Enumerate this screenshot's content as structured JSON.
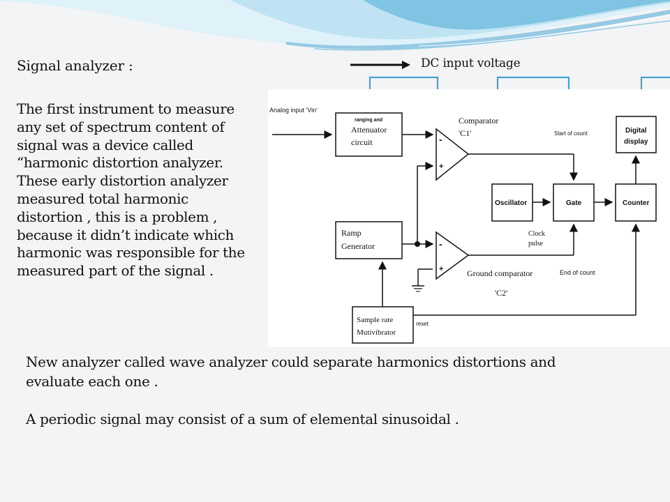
{
  "slide": {
    "heading": "Signal analyzer :",
    "paragraph_lines": [
      "The first instrument to measure",
      "any set of spectrum content of",
      "signal was a device called",
      "“harmonic distortion analyzer.",
      "These early distortion analyzer",
      "measured total harmonic",
      "distortion , this is a problem ,",
      "because it didn’t indicate which",
      "harmonic was responsible for the",
      "measured part of the signal ."
    ],
    "dc_input_label": "DC input voltage",
    "bottom_paragraph_1_lines": [
      "New analyzer called wave analyzer could separate harmonics distortions and",
      "evaluate each one ."
    ],
    "bottom_paragraph_2": "A periodic signal may consist of a sum of elemental sinusoidal  ."
  },
  "diagram": {
    "analog_input": "Analog input 'Vin'",
    "attenuator_top": "ranging and",
    "attenuator_line1": "Attenuator",
    "attenuator_line2": "circuit",
    "comparator_line1": "Comparator",
    "comparator_line2": "'C1'",
    "start_of_count": "Start of count",
    "digital_line1": "Digital",
    "digital_line2": "display",
    "oscillator": "Oscillator",
    "gate": "Gate",
    "counter": "Counter",
    "ramp_line1": "Ramp",
    "ramp_line2": "Generator",
    "clock_line1": "Clock",
    "clock_line2": "pulse",
    "ground_comparator": "Ground comparator",
    "end_of_count": "End of count",
    "c2": "'C2'",
    "sample_line1": "Sample rate",
    "sample_line2": "Mutivibrator",
    "reset": "reset",
    "minus": "-",
    "plus": "+"
  },
  "colors": {
    "background": "#f3f4f5",
    "wave_light": "#bfe3f2",
    "wave_mid": "#7fc4e3",
    "wave_dark": "#4aa6d4",
    "square_wave": "#4a9fd0"
  }
}
